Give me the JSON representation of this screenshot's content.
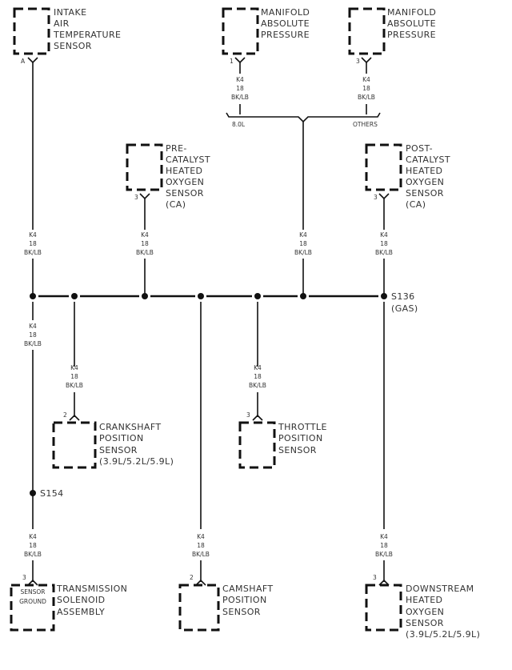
{
  "diagram": {
    "wire_label": {
      "circuit": "K4",
      "gauge": "18",
      "color": "BK/LB"
    },
    "components": {
      "iat": {
        "lines": [
          "INTAKE",
          "AIR",
          "TEMPERATURE",
          "SENSOR"
        ],
        "pin": "A"
      },
      "map_80": {
        "lines": [
          "MANIFOLD",
          "ABSOLUTE",
          "PRESSURE"
        ],
        "pin": "1"
      },
      "map_others": {
        "lines": [
          "MANIFOLD",
          "ABSOLUTE",
          "PRESSURE"
        ],
        "pin": "3"
      },
      "pre_o2": {
        "lines": [
          "PRE-",
          "CATALYST",
          "HEATED",
          "OXYGEN",
          "SENSOR",
          "(CA)"
        ],
        "pin": "3"
      },
      "post_o2": {
        "lines": [
          "POST-",
          "CATALYST",
          "HEATED",
          "OXYGEN",
          "SENSOR",
          "(CA)"
        ],
        "pin": "3"
      },
      "ckp": {
        "lines": [
          "CRANKSHAFT",
          "POSITION",
          "SENSOR",
          "(3.9L/5.2L/5.9L)"
        ],
        "pin": "2"
      },
      "tps": {
        "lines": [
          "THROTTLE",
          "POSITION",
          "SENSOR"
        ],
        "pin": "3"
      },
      "trans": {
        "lines": [
          "TRANSMISSION",
          "SOLENOID",
          "ASSEMBLY"
        ],
        "pin": "3",
        "inner": [
          "SENSOR",
          "GROUND"
        ]
      },
      "cmp": {
        "lines": [
          "CAMSHAFT",
          "POSITION",
          "SENSOR"
        ],
        "pin": "2"
      },
      "down_o2": {
        "lines": [
          "DOWNSTREAM",
          "HEATED",
          "OXYGEN",
          "SENSOR",
          "(3.9L/5.2L/5.9L)"
        ],
        "pin": "3"
      }
    },
    "brace": {
      "left": "8.0L",
      "right": "OTHERS"
    },
    "splices": {
      "s136": {
        "name": "S136",
        "note": "(GAS)"
      },
      "s154": {
        "name": "S154"
      }
    }
  }
}
